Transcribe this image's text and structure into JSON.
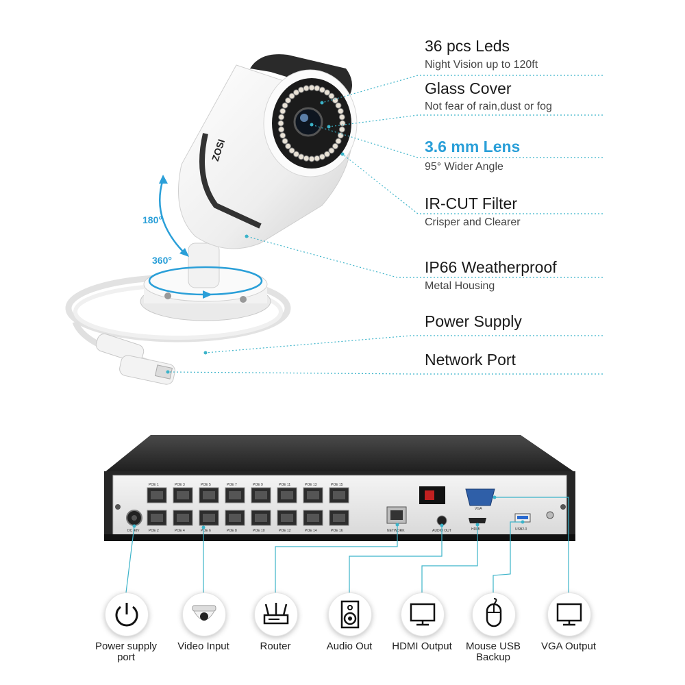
{
  "features": [
    {
      "title": "36 pcs Leds",
      "subtitle": "Night Vision up to 120ft"
    },
    {
      "title": "Glass Cover",
      "subtitle": "Not fear of rain,dust or fog"
    },
    {
      "title": "3.6 mm Lens",
      "subtitle": "95° Wider Angle"
    },
    {
      "title": "IR-CUT Filter",
      "subtitle": "Crisper and Clearer"
    },
    {
      "title": "IP66 Weatherproof",
      "subtitle": "Metal Housing"
    },
    {
      "title": "Power Supply",
      "subtitle": ""
    },
    {
      "title": "Network Port",
      "subtitle": ""
    }
  ],
  "camera": {
    "brand": "ZOSI",
    "rotation_vertical": "180°",
    "rotation_horizontal": "360°"
  },
  "nvr": {
    "dc_label": "DC 48V",
    "poe_top": [
      "POE 1",
      "POE 3",
      "POE 5",
      "POE 7",
      "POE 9",
      "POE 11",
      "POE 13",
      "POE 15"
    ],
    "poe_bottom": [
      "POE 2",
      "POE 4",
      "POE 6",
      "POE 8",
      "POE 10",
      "POE 12",
      "POE 14",
      "POE 16"
    ],
    "network_label": "NETWORK",
    "audio_label": "AUDIO OUT",
    "hdmi_label": "HDMI",
    "vga_label": "VGA",
    "usb_label": "USB2.0"
  },
  "ports": [
    {
      "label": "Power supply port",
      "icon": "power-icon"
    },
    {
      "label": "Video Input",
      "icon": "dome-camera-icon"
    },
    {
      "label": "Router",
      "icon": "router-icon"
    },
    {
      "label": "Audio Out",
      "icon": "speaker-icon"
    },
    {
      "label": "HDMI Output",
      "icon": "monitor-icon"
    },
    {
      "label": "Mouse USB Backup",
      "icon": "mouse-icon"
    },
    {
      "label": "VGA Output",
      "icon": "monitor-icon"
    }
  ],
  "colors": {
    "accent": "#2a9fd8",
    "leader": "#3bb3c9",
    "nvr_body": "#2b2b2b",
    "nvr_panel": "#e8e8e8"
  }
}
